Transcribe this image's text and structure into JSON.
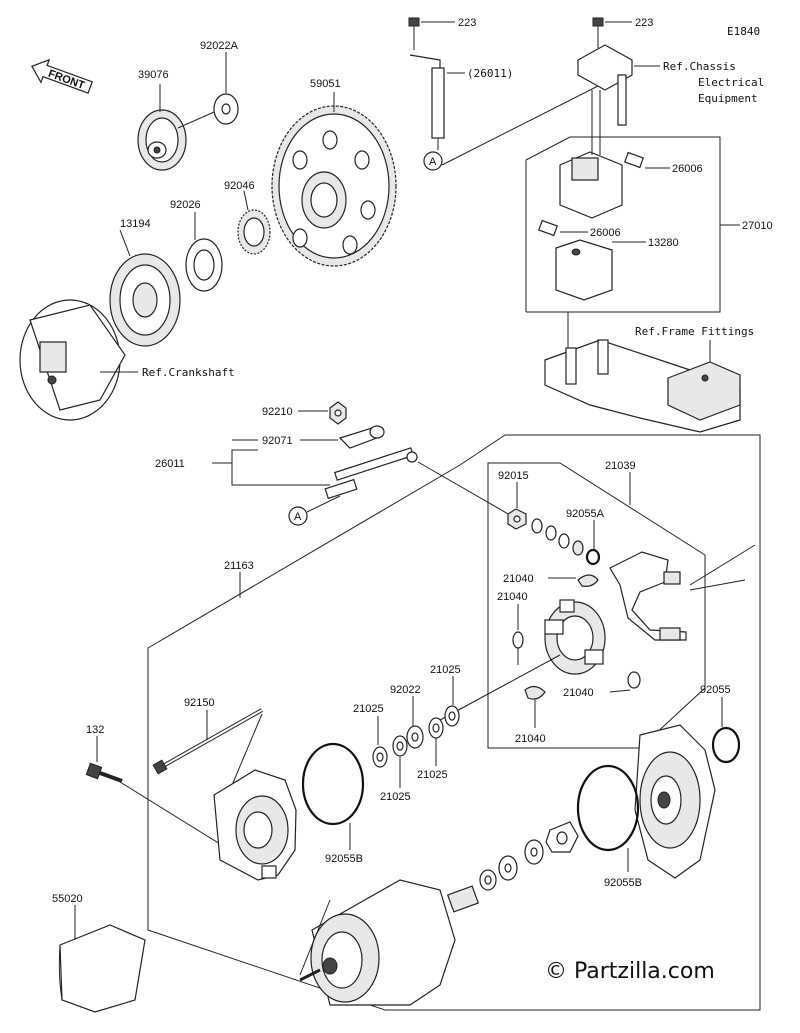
{
  "diagram_code": "E1840",
  "front_label": "FRONT",
  "watermark": "© Partzilla.com",
  "parts": {
    "p223a": "223",
    "p223b": "223",
    "p26011a": "(26011)",
    "p26011b": "26011",
    "p92022A": "92022A",
    "p39076": "39076",
    "p59051": "59051",
    "p92046": "92046",
    "p92026": "92026",
    "p13194": "13194",
    "p26006a": "26006",
    "p26006b": "26006",
    "p27010": "27010",
    "p13280": "13280",
    "p92210": "92210",
    "p92071": "92071",
    "p92015": "92015",
    "p21039": "21039",
    "p92055A": "92055A",
    "p21040a": "21040",
    "p21040b": "21040",
    "p21040c": "21040",
    "p21040d": "21040",
    "p21163": "21163",
    "p21025a": "21025",
    "p21025b": "21025",
    "p21025c": "21025",
    "p21025d": "21025",
    "p92022": "92022",
    "p92150": "92150",
    "p132": "132",
    "p92055": "92055",
    "p92055Ba": "92055B",
    "p92055Bb": "92055B",
    "p55020": "55020"
  },
  "refs": {
    "chassis_1": "Ref.Chassis",
    "chassis_2": "Electrical",
    "chassis_3": "Equipment",
    "frame": "Ref.Frame Fittings",
    "crankshaft": "Ref.Crankshaft"
  },
  "markers": {
    "a_top": "A",
    "a_bottom": "A"
  }
}
